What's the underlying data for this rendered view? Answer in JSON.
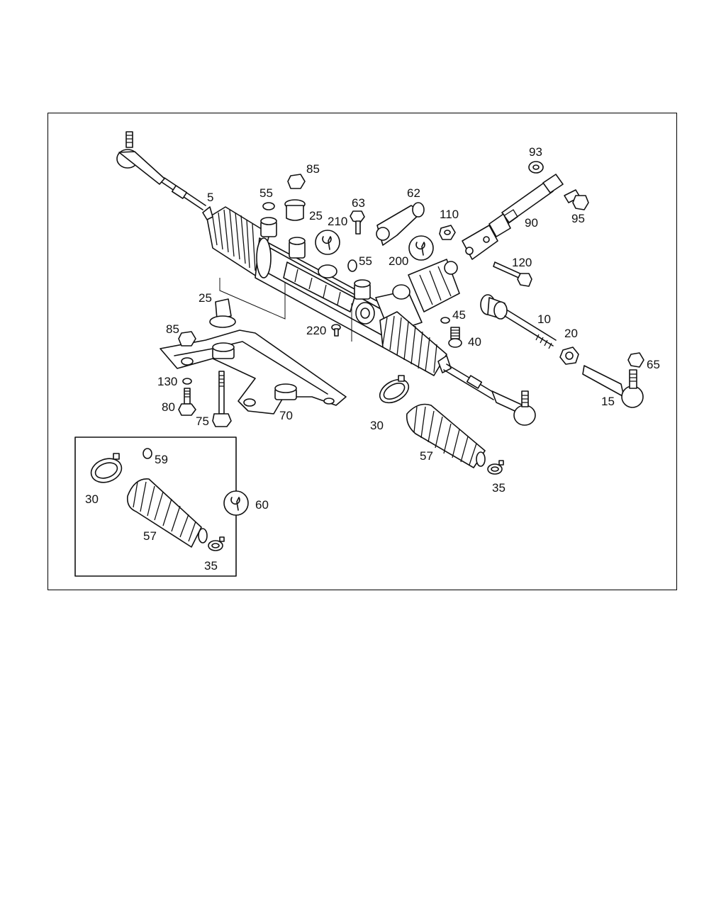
{
  "diagram": {
    "callouts": [
      "5",
      "55",
      "85",
      "25",
      "63",
      "62",
      "210",
      "55",
      "200",
      "110",
      "93",
      "90",
      "95",
      "120",
      "25",
      "85",
      "220",
      "45",
      "40",
      "10",
      "20",
      "65",
      "15",
      "130",
      "80",
      "75",
      "70",
      "30",
      "57",
      "35",
      "59",
      "30",
      "60",
      "57",
      "35"
    ]
  }
}
